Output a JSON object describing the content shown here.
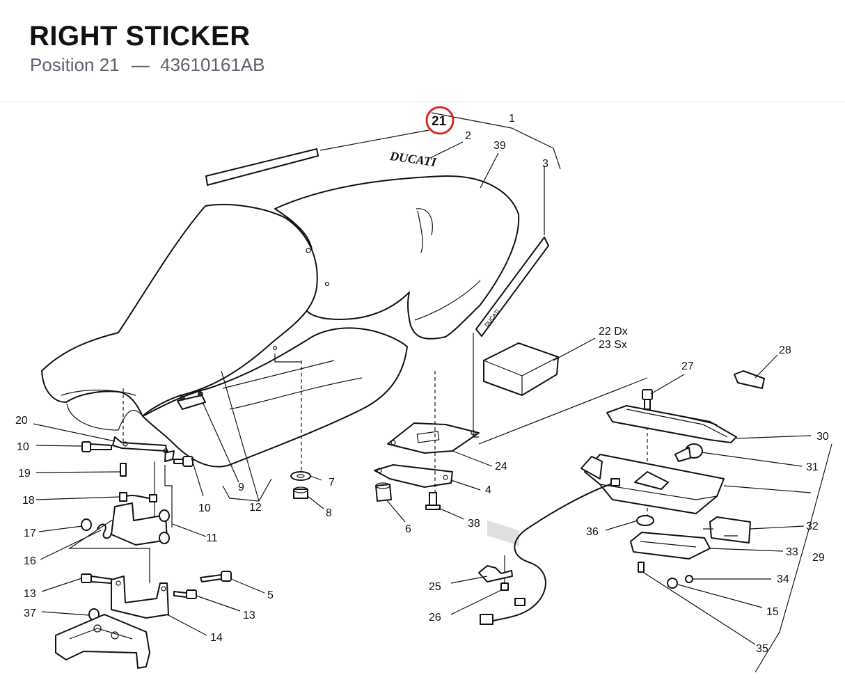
{
  "header": {
    "title": "RIGHT STICKER",
    "position_label": "Position 21",
    "separator": "—",
    "part_number": "43610161AB"
  },
  "highlight": {
    "callout": "21",
    "color": "#d42a2a"
  },
  "diagram": {
    "sticker_text": "DUCATI",
    "callouts": {
      "c1": "1",
      "c2": "2",
      "c3": "3",
      "c4": "4",
      "c5": "5",
      "c6": "6",
      "c7": "7",
      "c8": "8",
      "c9": "9",
      "c10a": "10",
      "c10b": "10",
      "c11": "11",
      "c12": "12",
      "c13a": "13",
      "c13b": "13",
      "c14": "14",
      "c15": "15",
      "c16": "16",
      "c17": "17",
      "c18": "18",
      "c19": "19",
      "c20": "20",
      "c21": "21",
      "c22": "22 Dx",
      "c23": "23 Sx",
      "c24": "24",
      "c25": "25",
      "c26": "26",
      "c27": "27",
      "c28": "28",
      "c29": "29",
      "c30": "30",
      "c31": "31",
      "c32": "32",
      "c33": "33",
      "c34": "34",
      "c35": "35",
      "c36": "36",
      "c37": "37",
      "c38": "38",
      "c39": "39"
    }
  }
}
